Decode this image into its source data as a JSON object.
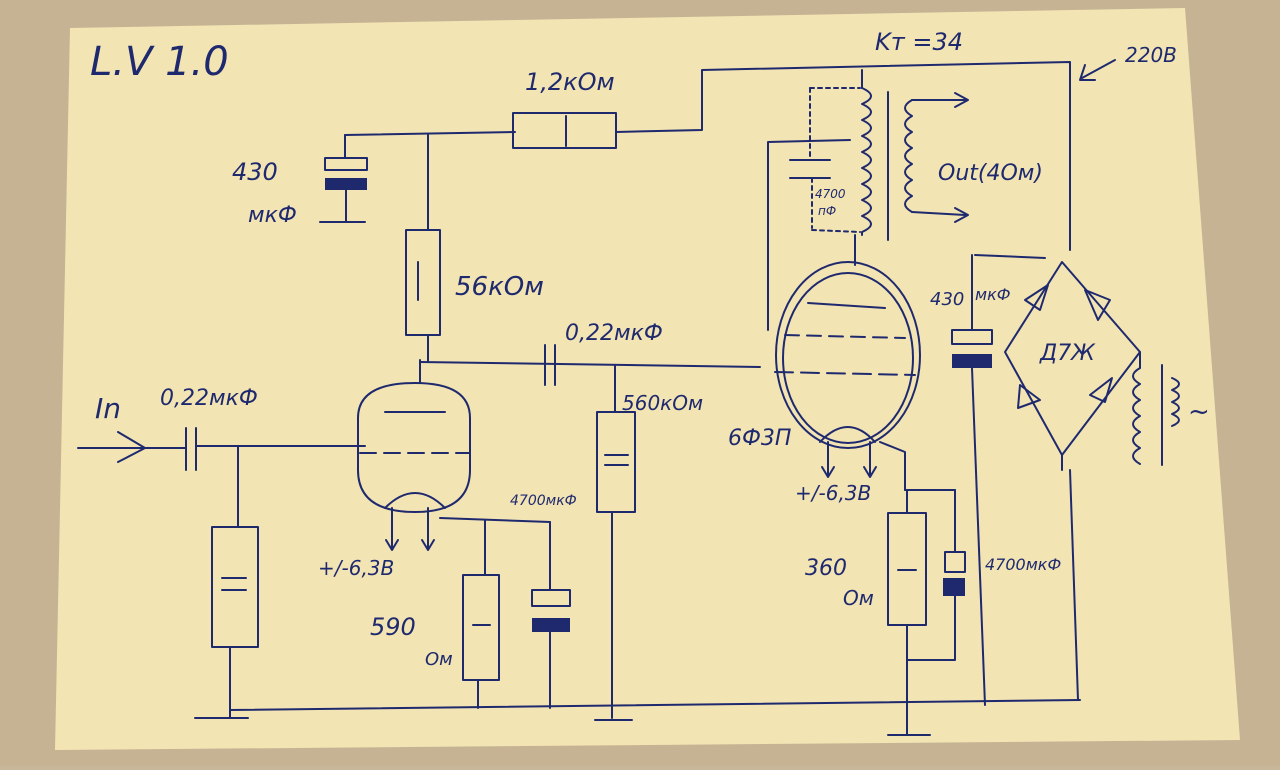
{
  "title": "L.V 1.0",
  "labels": {
    "input": "In",
    "c_in": "0,22мкФ",
    "r_anode_feed": "1,2кОм",
    "c_filter_top_val": "430",
    "c_filter_top_unit": "мкФ",
    "r_anode1": "56кОм",
    "c_coupling": "0,22мкФ",
    "r_grid2": "560кОм",
    "heater1": "+/-6,3В",
    "c_cathode1": "4700мкФ",
    "r_cathode1_val": "590",
    "r_cathode1_unit": "Ом",
    "tube2": "6Ф3П",
    "heater2": "+/-6,3В",
    "r_cathode2_val": "360",
    "r_cathode2_unit": "Ом",
    "c_cathode2": "4700мкФ",
    "transformer_ratio": "Kт =34",
    "mains": "220В",
    "c_snubber_val": "4700",
    "c_snubber_unit": "пФ",
    "output": "Out(4Ом)",
    "c_main_filter_val": "430",
    "c_main_filter_unit": "мкФ",
    "rectifier": "Д7Ж",
    "ac_symbol": "~"
  }
}
